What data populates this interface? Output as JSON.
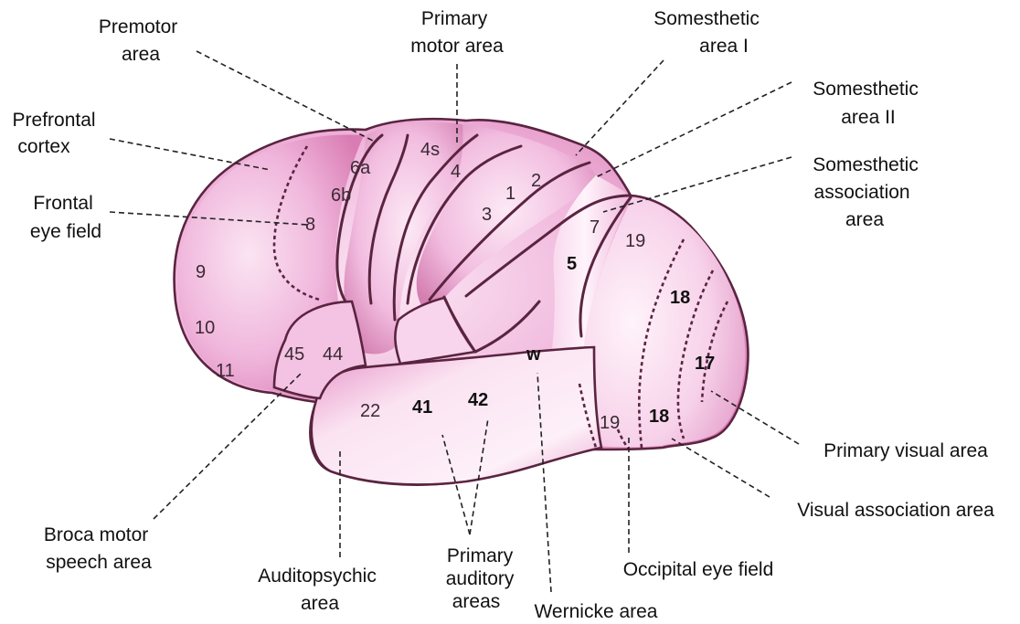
{
  "labels": {
    "premotor": [
      "Premotor",
      "area"
    ],
    "primary_motor": [
      "Primary",
      "motor area"
    ],
    "somesthetic_1": [
      "Somesthetic",
      "area I"
    ],
    "somesthetic_2": [
      "Somesthetic",
      "area II"
    ],
    "prefrontal": [
      "Prefrontal",
      "cortex"
    ],
    "somesthetic_assoc": [
      "Somesthetic",
      "association",
      "area"
    ],
    "frontal_eye": [
      "Frontal",
      "eye field"
    ],
    "primary_visual": "Primary visual area",
    "visual_assoc": "Visual association area",
    "broca": [
      "Broca motor",
      "speech area"
    ],
    "auditopsychic": [
      "Auditopsychic",
      "area"
    ],
    "primary_auditory": [
      "Primary",
      "auditory",
      "areas"
    ],
    "occipital_eye": "Occipital eye field",
    "wernicke": "Wernicke area"
  },
  "areas": {
    "a6a": "6a",
    "a6b": "6b",
    "a4s": "4s",
    "a4": "4",
    "a8": "8",
    "a3": "3",
    "a1": "1",
    "a2": "2",
    "a7": "7",
    "a5": "5",
    "a19_top": "19",
    "a18_mid": "18",
    "a17": "17",
    "a18_bot": "18",
    "a19_bot": "19",
    "a9": "9",
    "a10": "10",
    "a11": "11",
    "a45": "45",
    "a44": "44",
    "a22": "22",
    "a41": "41",
    "a42": "42",
    "w": "w"
  },
  "colors": {
    "tissue_light": "#fbe4f3",
    "tissue_mid": "#eeaed9",
    "tissue_dark": "#c8649e",
    "outline": "#5a2440",
    "leader": "#222222"
  }
}
